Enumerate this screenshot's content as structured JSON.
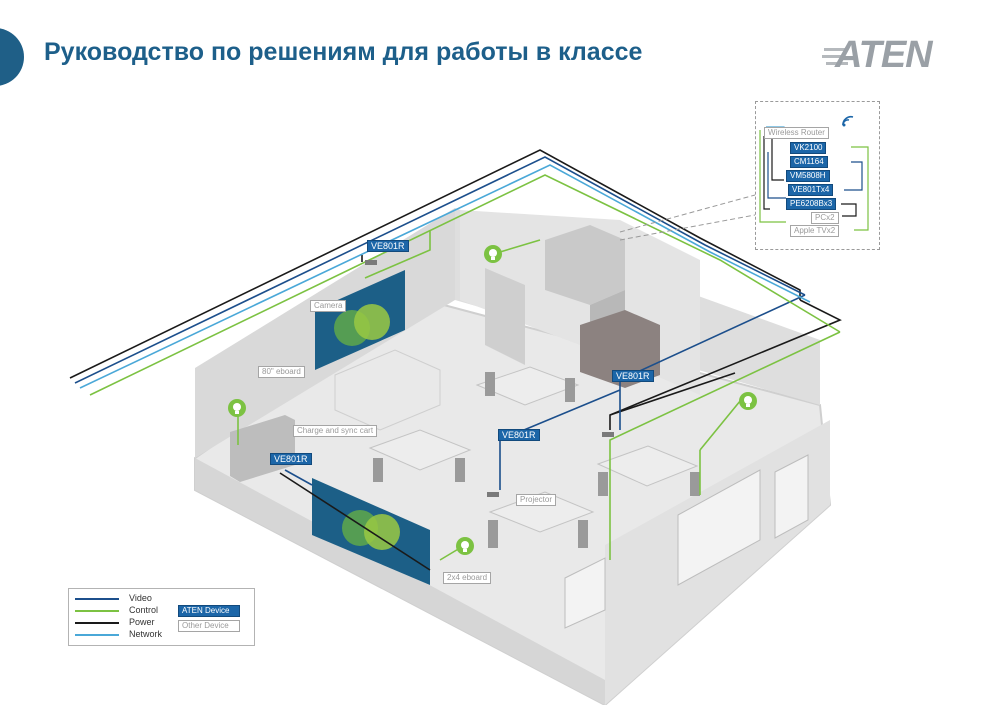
{
  "title": "Руководство по решениям для работы в классе",
  "brand": {
    "logo_text": "ATEN"
  },
  "colors": {
    "title": "#1d5f8a",
    "video": "#1c4f8c",
    "control": "#7cc242",
    "power": "#1a1a1a",
    "network": "#4aa8d8",
    "aten_device": "#1c66a8",
    "other_device": "#a5a5a5",
    "light_bulb": "#7cc242"
  },
  "equipment_rack": {
    "wireless_router": "Wireless Router",
    "devices": [
      {
        "label": "VK2100",
        "kind": "aten"
      },
      {
        "label": "CM1164",
        "kind": "aten"
      },
      {
        "label": "VM5808H",
        "kind": "aten"
      },
      {
        "label": "VE801Tx4",
        "kind": "aten"
      },
      {
        "label": "PE6208Bx3",
        "kind": "aten"
      },
      {
        "label": "PCx2",
        "kind": "other"
      },
      {
        "label": "Apple TVx2",
        "kind": "other"
      }
    ],
    "icon": "wifi-icon"
  },
  "receivers": {
    "top": "VE801R",
    "left": "VE801R",
    "center": "VE801R",
    "right": "VE801R"
  },
  "labels": {
    "camera": "Camera",
    "eboard_80": "80\" eboard",
    "charge_cart": "Charge and sync cart",
    "projector": "Projector",
    "eboard_2x4": "2x4 eboard"
  },
  "legend": {
    "items": [
      {
        "label": "Video",
        "color": "#1c4f8c"
      },
      {
        "label": "Control",
        "color": "#7cc242"
      },
      {
        "label": "Power",
        "color": "#1a1a1a"
      },
      {
        "label": "Network",
        "color": "#4aa8d8"
      }
    ],
    "aten_device": "ATEN Device",
    "other_device": "Other Device"
  }
}
